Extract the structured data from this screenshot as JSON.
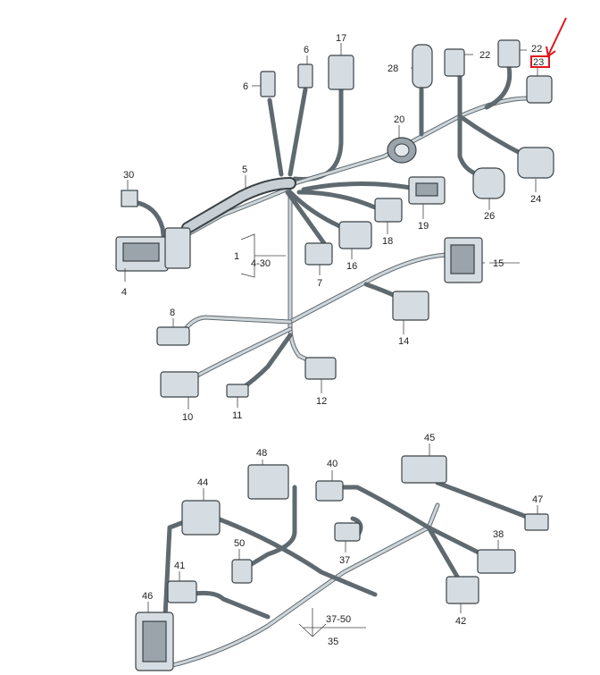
{
  "callouts": {
    "c1": "1",
    "c4_30": "4-30",
    "c4": "4",
    "c5": "5",
    "c6a": "6",
    "c6b": "6",
    "c7": "7",
    "c8": "8",
    "c10": "10",
    "c11": "11",
    "c12": "12",
    "c14": "14",
    "c15": "15",
    "c16": "16",
    "c17": "17",
    "c18": "18",
    "c19": "19",
    "c20": "20",
    "c22a": "22",
    "c22b": "22",
    "c23": "23",
    "c24": "24",
    "c26": "26",
    "c28": "28",
    "c30": "30",
    "c35": "35",
    "c37": "37",
    "c37_50": "37-50",
    "c38": "38",
    "c40": "40",
    "c41": "41",
    "c42": "42",
    "c44": "44",
    "c45": "45",
    "c46": "46",
    "c47": "47",
    "c48": "48",
    "c50": "50"
  },
  "colors": {
    "highlight": "#e0141a",
    "wire": "#5f6a70",
    "connector": "#d6dde2"
  },
  "highlighted_part": "23"
}
